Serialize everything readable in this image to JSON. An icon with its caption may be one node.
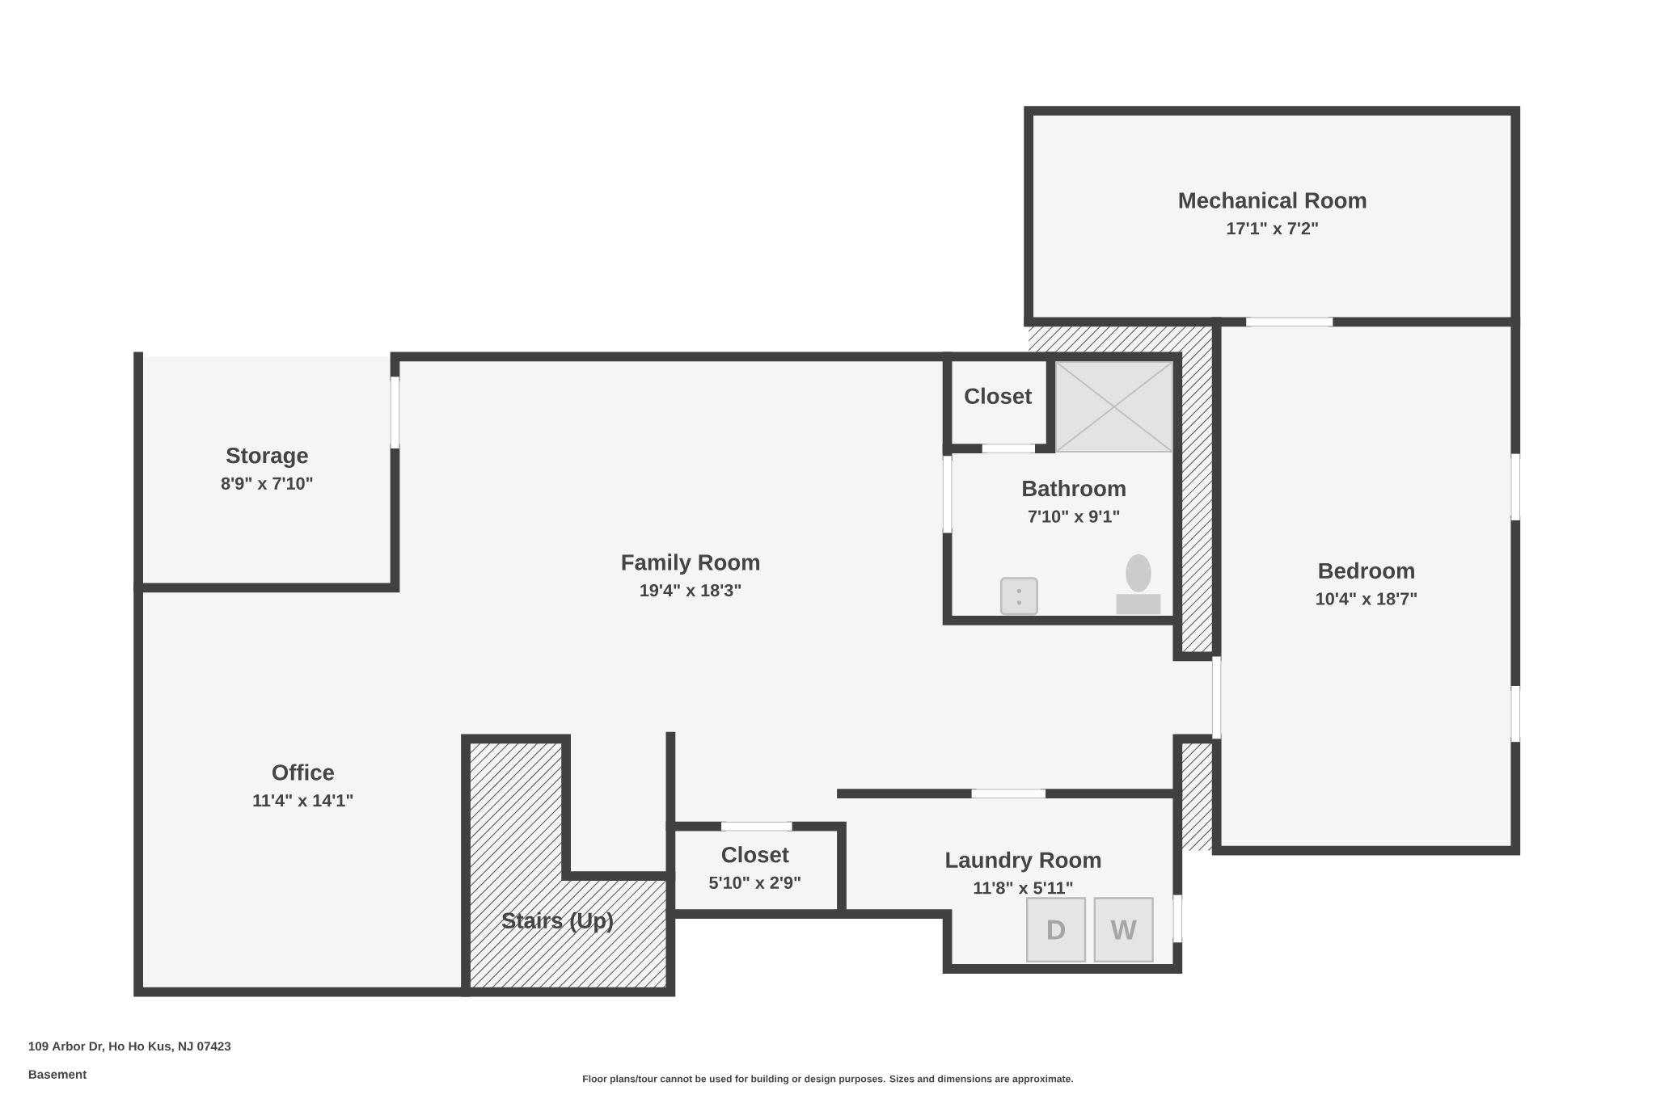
{
  "diagram": {
    "nodes": [
      {
        "text": [
          "Mechanical Room",
          "17'1\" x 7'2\""
        ]
      },
      {
        "text": [
          "Closet"
        ]
      },
      {
        "text": [
          "Storage",
          "8'9\" x 7'10\""
        ]
      },
      {
        "text": [
          "Bathroom",
          "7'10\" x 9'1\""
        ]
      },
      {
        "text": [
          "Family Room",
          "19'4\" x 18'3\""
        ]
      },
      {
        "text": [
          "Bedroom",
          "10'4\" x 18'7\""
        ]
      },
      {
        "text": [
          "Office",
          "11'4\" x 14'1\""
        ]
      },
      {
        "text": [
          "Closet",
          "5'10\" x 2'9\""
        ]
      },
      {
        "text": [
          "Laundry Room",
          "11'8\" x 5'11\""
        ]
      },
      {
        "text": [
          "Stairs (Up)"
        ]
      },
      {
        "text": [
          "D"
        ]
      },
      {
        "text": [
          "W"
        ]
      }
    ],
    "labels": [
      "109 Arbor Dr, Ho Ho Kus, NJ 07423",
      "Basement",
      "Floor plans/tour cannot be used for building or design purposes. Sizes and dimensions are approximate."
    ]
  }
}
